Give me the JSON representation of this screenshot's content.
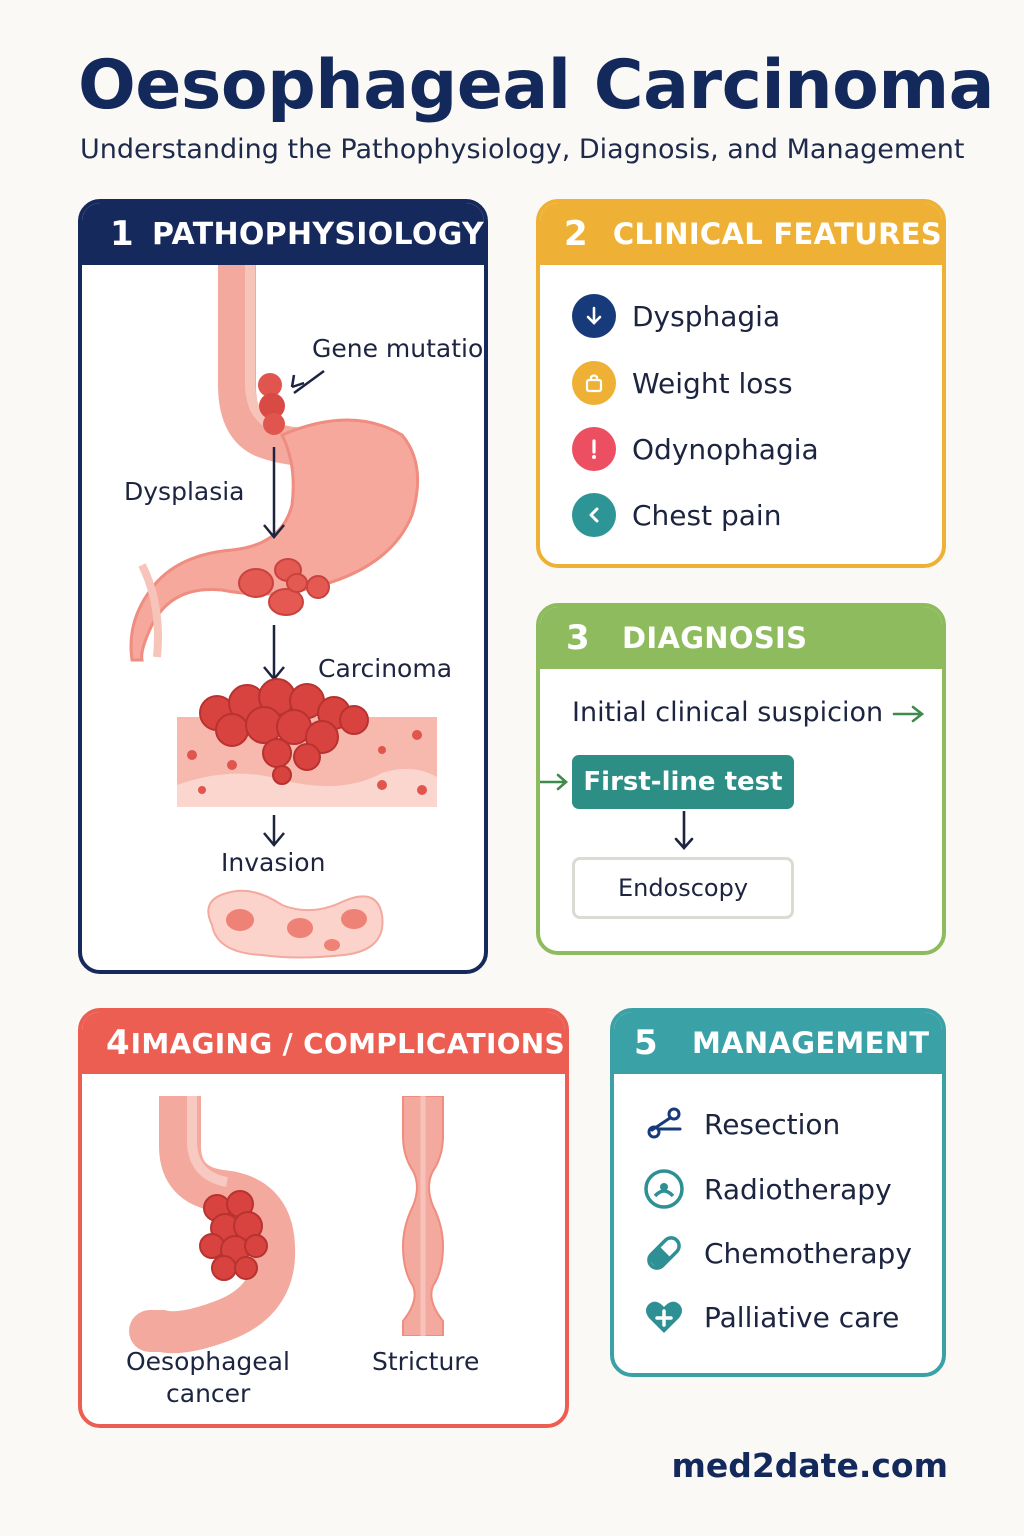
{
  "header": {
    "title": "Oesophageal Carcinoma",
    "subtitle": "Understanding the Pathophysiology, Diagnosis, and Management"
  },
  "panels": {
    "pathophysiology": {
      "number": "1",
      "title": "PATHOPHYSIOLOGY",
      "labels": {
        "gene_mutation": "Gene mutation",
        "dysplasia": "Dysplasia",
        "carcinoma": "Carcinoma",
        "invasion": "Invasion"
      }
    },
    "clinical_features": {
      "number": "2",
      "title": "CLINICAL FEATURES",
      "items": [
        {
          "label": "Dysphagia",
          "icon": "down-arrow-icon",
          "color": "#163a7a"
        },
        {
          "label": "Weight loss",
          "icon": "scale-icon",
          "color": "#efb135"
        },
        {
          "label": "Odynophagia",
          "icon": "exclamation-icon",
          "color": "#ec4f62"
        },
        {
          "label": "Chest pain",
          "icon": "chevron-left-icon",
          "color": "#2e9596"
        }
      ]
    },
    "diagnosis": {
      "number": "3",
      "title": "DIAGNOSIS",
      "suspicion": "Initial clinical suspicion",
      "first_line": "First-line test",
      "endoscopy": "Endoscopy"
    },
    "imaging": {
      "number": "4",
      "title": "IMAGING / COMPLICATIONS",
      "cancer_label_line1": "Oesophageal",
      "cancer_label_line2": "cancer",
      "stricture_label": "Stricture"
    },
    "management": {
      "number": "5",
      "title": "MANAGEMENT",
      "items": [
        {
          "label": "Resection",
          "icon": "scissors-icon"
        },
        {
          "label": "Radiotherapy",
          "icon": "radiation-icon"
        },
        {
          "label": "Chemotherapy",
          "icon": "capsule-icon"
        },
        {
          "label": "Palliative care",
          "icon": "heart-plus-icon"
        }
      ],
      "icon_color": "#2e8f95"
    }
  },
  "footer": {
    "brand": "med2date.com"
  }
}
